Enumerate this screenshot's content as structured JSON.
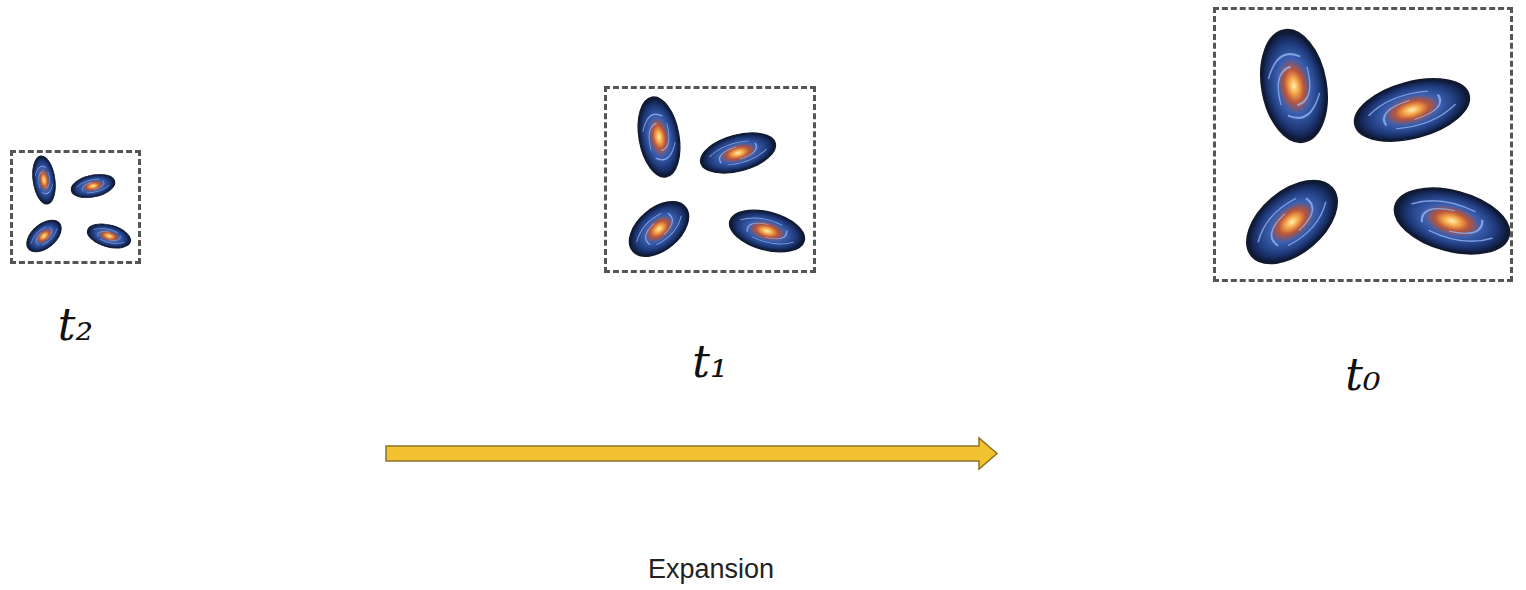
{
  "diagram": {
    "nodes": [
      {
        "text": [
          "t₂"
        ]
      },
      {
        "text": [
          "t₁"
        ]
      },
      {
        "text": [
          "t₀"
        ]
      }
    ],
    "labels": [
      "Expansion"
    ]
  }
}
